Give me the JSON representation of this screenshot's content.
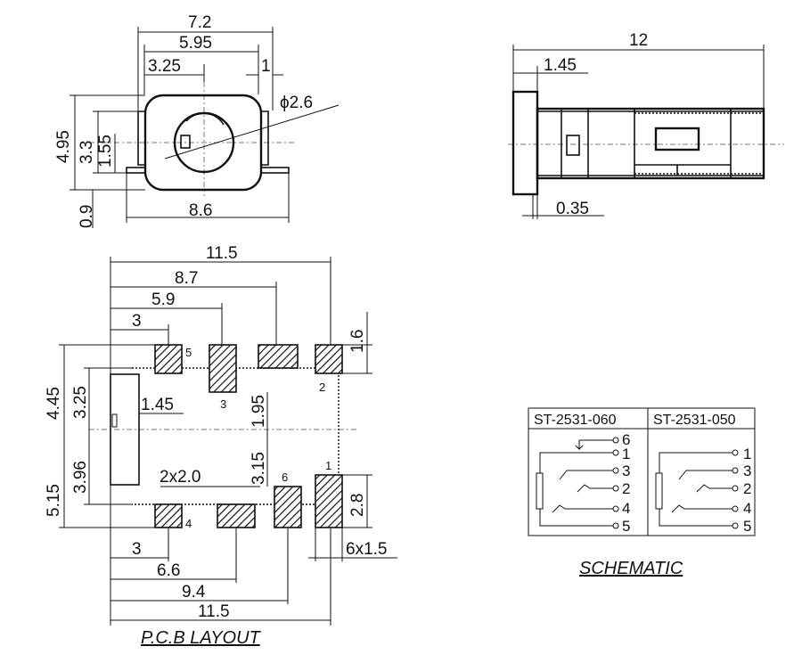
{
  "front_view": {
    "dims": {
      "width_total": "7.2",
      "width_inner": "5.95",
      "width_left": "3.25",
      "width_right": "1",
      "diameter": "ϕ2.6",
      "height_total": "4.95",
      "height_mid": "3.3",
      "height_low": "1.55",
      "height_base": "0.9",
      "base_width": "8.6"
    }
  },
  "side_view": {
    "dims": {
      "length": "12",
      "flange": "1.45",
      "offset": "0.35"
    }
  },
  "pcb_layout": {
    "title": "P.C.B LAYOUT",
    "dims": {
      "top_total": "11.5",
      "top_87": "8.7",
      "top_59": "5.9",
      "top_3": "3",
      "pad_height": "1.6",
      "left_upper": "4.45",
      "left_upper_inner": "3.25",
      "left_lower": "5.15",
      "left_lower_inner": "3.96",
      "body_offset": "1.45",
      "mid_upper": "1.95",
      "mid_lower": "3.15",
      "pad_size_small": "2x2.0",
      "right_pad_height": "2.8",
      "right_pad_width": "6x1.5",
      "bottom_3": "3",
      "bottom_66": "6.6",
      "bottom_94": "9.4",
      "bottom_total": "11.5"
    },
    "pin_labels": [
      "5",
      "2",
      "3",
      "6",
      "1",
      "4"
    ]
  },
  "schematic": {
    "title": "SCHEMATIC",
    "columns": [
      "ST-2531-060",
      "ST-2531-050"
    ],
    "left_pins": [
      "6",
      "1",
      "3",
      "2",
      "4",
      "5"
    ],
    "right_pins": [
      "1",
      "3",
      "2",
      "4",
      "5"
    ]
  }
}
